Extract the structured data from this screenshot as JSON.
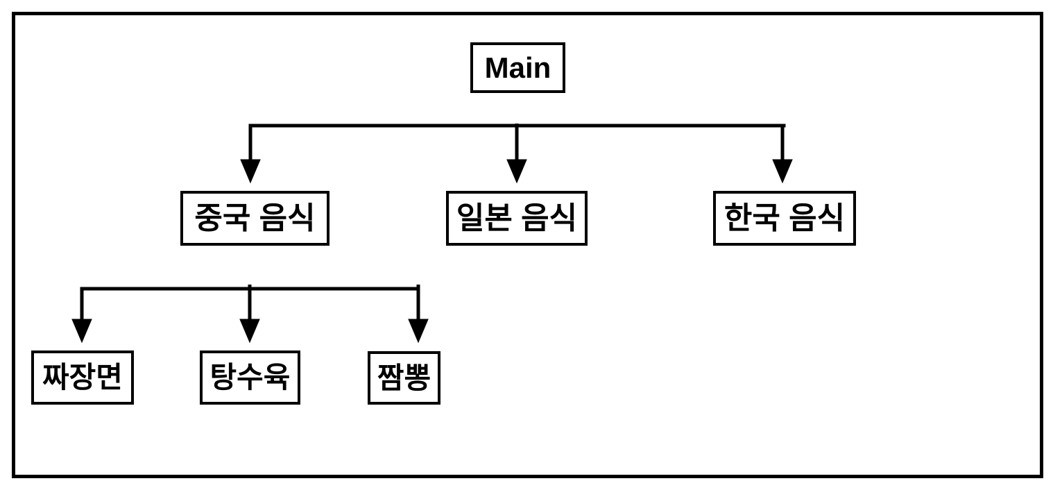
{
  "diagram": {
    "type": "tree",
    "root": "main",
    "nodes": {
      "main": {
        "label": "Main"
      },
      "chinese_food": {
        "label": "중국 음식"
      },
      "japanese_food": {
        "label": "일본 음식"
      },
      "korean_food": {
        "label": "한국 음식"
      },
      "jjajangmyeon": {
        "label": "짜장면"
      },
      "tangsuyuk": {
        "label": "탕수육"
      },
      "jjamppong": {
        "label": "짬뽕"
      }
    },
    "edges": [
      {
        "from": "main",
        "to": "chinese_food"
      },
      {
        "from": "main",
        "to": "japanese_food"
      },
      {
        "from": "main",
        "to": "korean_food"
      },
      {
        "from": "chinese_food",
        "to": "jjajangmyeon"
      },
      {
        "from": "chinese_food",
        "to": "tangsuyuk"
      },
      {
        "from": "chinese_food",
        "to": "jjamppong"
      }
    ],
    "colors": {
      "line": "#000000",
      "text": "#000000",
      "node_background": "#ffffff",
      "page_background": "#ffffff"
    }
  }
}
